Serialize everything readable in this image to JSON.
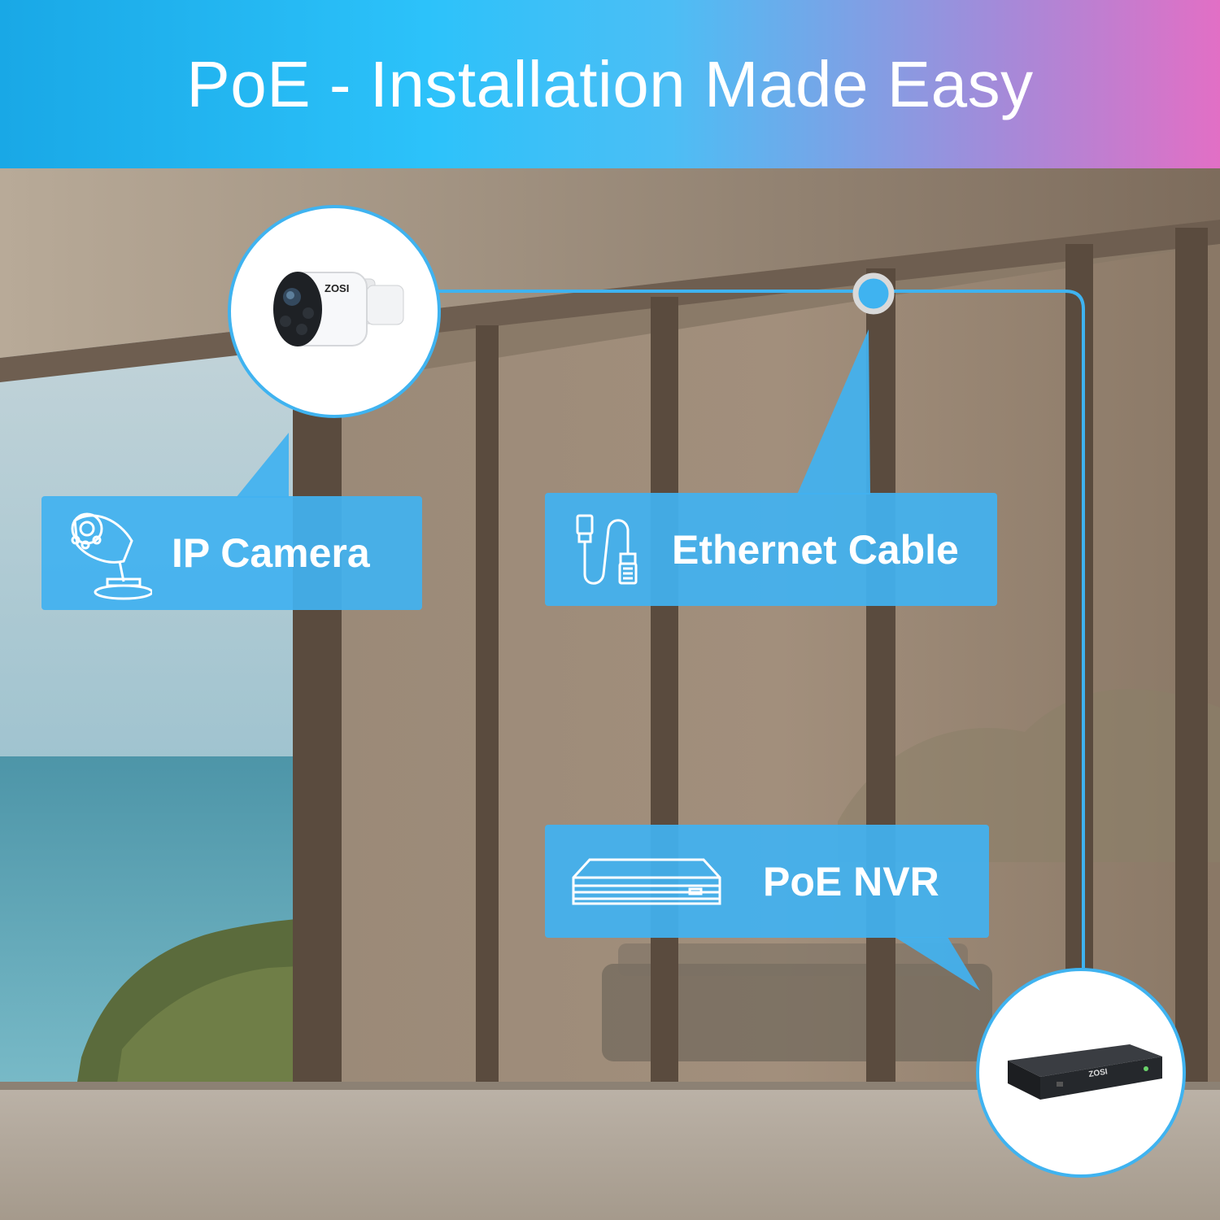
{
  "banner": {
    "title": "PoE - Installation Made Easy"
  },
  "callouts": {
    "ip_camera": {
      "label": "IP Camera",
      "icon": "security-camera-icon"
    },
    "ethernet_cable": {
      "label": "Ethernet Cable",
      "icon": "ethernet-cable-icon"
    },
    "poe_nvr": {
      "label": "PoE NVR",
      "icon": "nvr-recorder-icon"
    }
  },
  "devices": {
    "camera": {
      "brand": "ZOSI",
      "kind": "bullet camera"
    },
    "nvr": {
      "brand": "ZOSI",
      "kind": "network video recorder"
    }
  },
  "colors": {
    "accent": "#3fb3f0",
    "callout": "#42b2f0",
    "banner_start": "#19a8e6",
    "banner_end": "#e26fc5"
  }
}
